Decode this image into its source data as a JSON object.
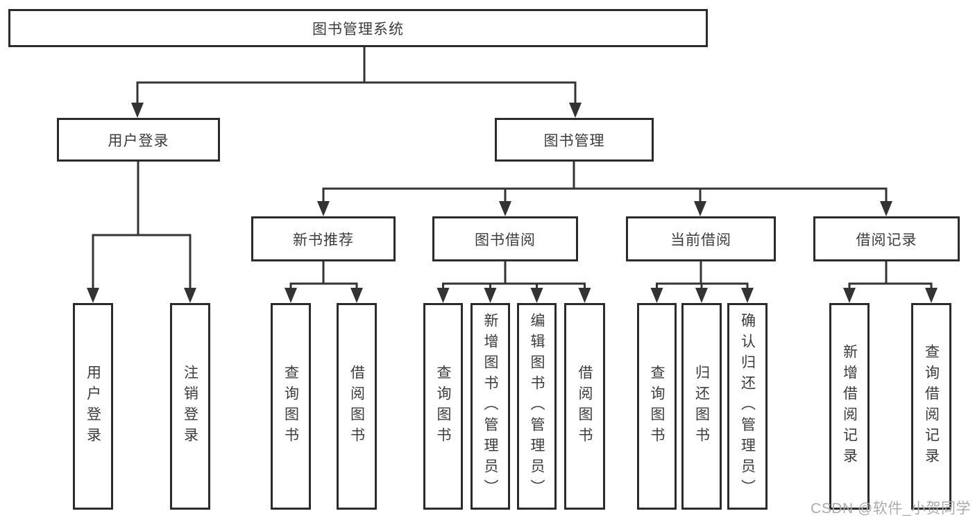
{
  "diagram_title": "图书管理系统",
  "tree": {
    "root": {
      "label": "图书管理系统"
    },
    "branches": [
      {
        "label": "用户登录",
        "children": [
          {
            "label": "用户登录"
          },
          {
            "label": "注销登录"
          }
        ]
      },
      {
        "label": "图书管理",
        "groups": [
          {
            "label": "新书推荐",
            "children": [
              {
                "label": "查询图书"
              },
              {
                "label": "借阅图书"
              }
            ]
          },
          {
            "label": "图书借阅",
            "children": [
              {
                "label": "查询图书"
              },
              {
                "label": "新增图书（管理员）"
              },
              {
                "label": "编辑图书（管理员）"
              },
              {
                "label": "借阅图书"
              }
            ]
          },
          {
            "label": "当前借阅",
            "children": [
              {
                "label": "查询图书"
              },
              {
                "label": "归还图书"
              },
              {
                "label": "确认归还（管理员）"
              }
            ]
          },
          {
            "label": "借阅记录",
            "children": [
              {
                "label": "新增借阅记录"
              },
              {
                "label": "查询借阅记录"
              }
            ]
          }
        ]
      }
    ]
  },
  "watermark": {
    "text": "CSDN @软件_小贺同学"
  },
  "colors": {
    "line": "#333333",
    "box_border": "#2b2b2b",
    "text": "#3c3c3c",
    "background": "#ffffff",
    "watermark": "#ababab"
  }
}
